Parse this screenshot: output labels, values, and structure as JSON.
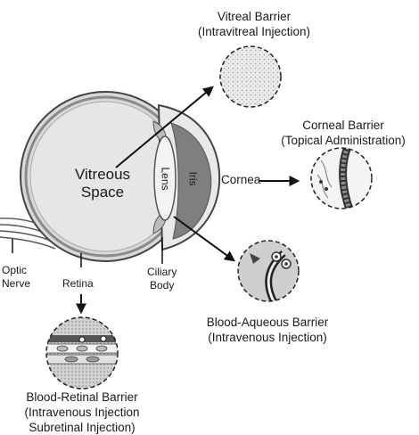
{
  "diagram": {
    "vitreous_space": [
      "Vitreous",
      "Space"
    ],
    "lens": "Lens",
    "iris": "Iris",
    "cornea": "Cornea",
    "optic_nerve": [
      "Optic",
      "Nerve"
    ],
    "retina": "Retina",
    "ciliary_body": [
      "Ciliary",
      "Body"
    ],
    "vitreal_barrier": {
      "title": "Vitreal Barrier",
      "route": "(Intravitreal Injection)"
    },
    "corneal_barrier": {
      "title": "Corneal Barrier",
      "route": "(Topical Administration)"
    },
    "blood_aqueous_barrier": {
      "title": "Blood-Aqueous Barrier",
      "route": "(Intravenous Injection)"
    },
    "blood_retinal_barrier": {
      "title": "Blood-Retinal Barrier",
      "route1": "(Intravenous Injection",
      "route2": "Subretinal Injection)"
    }
  }
}
